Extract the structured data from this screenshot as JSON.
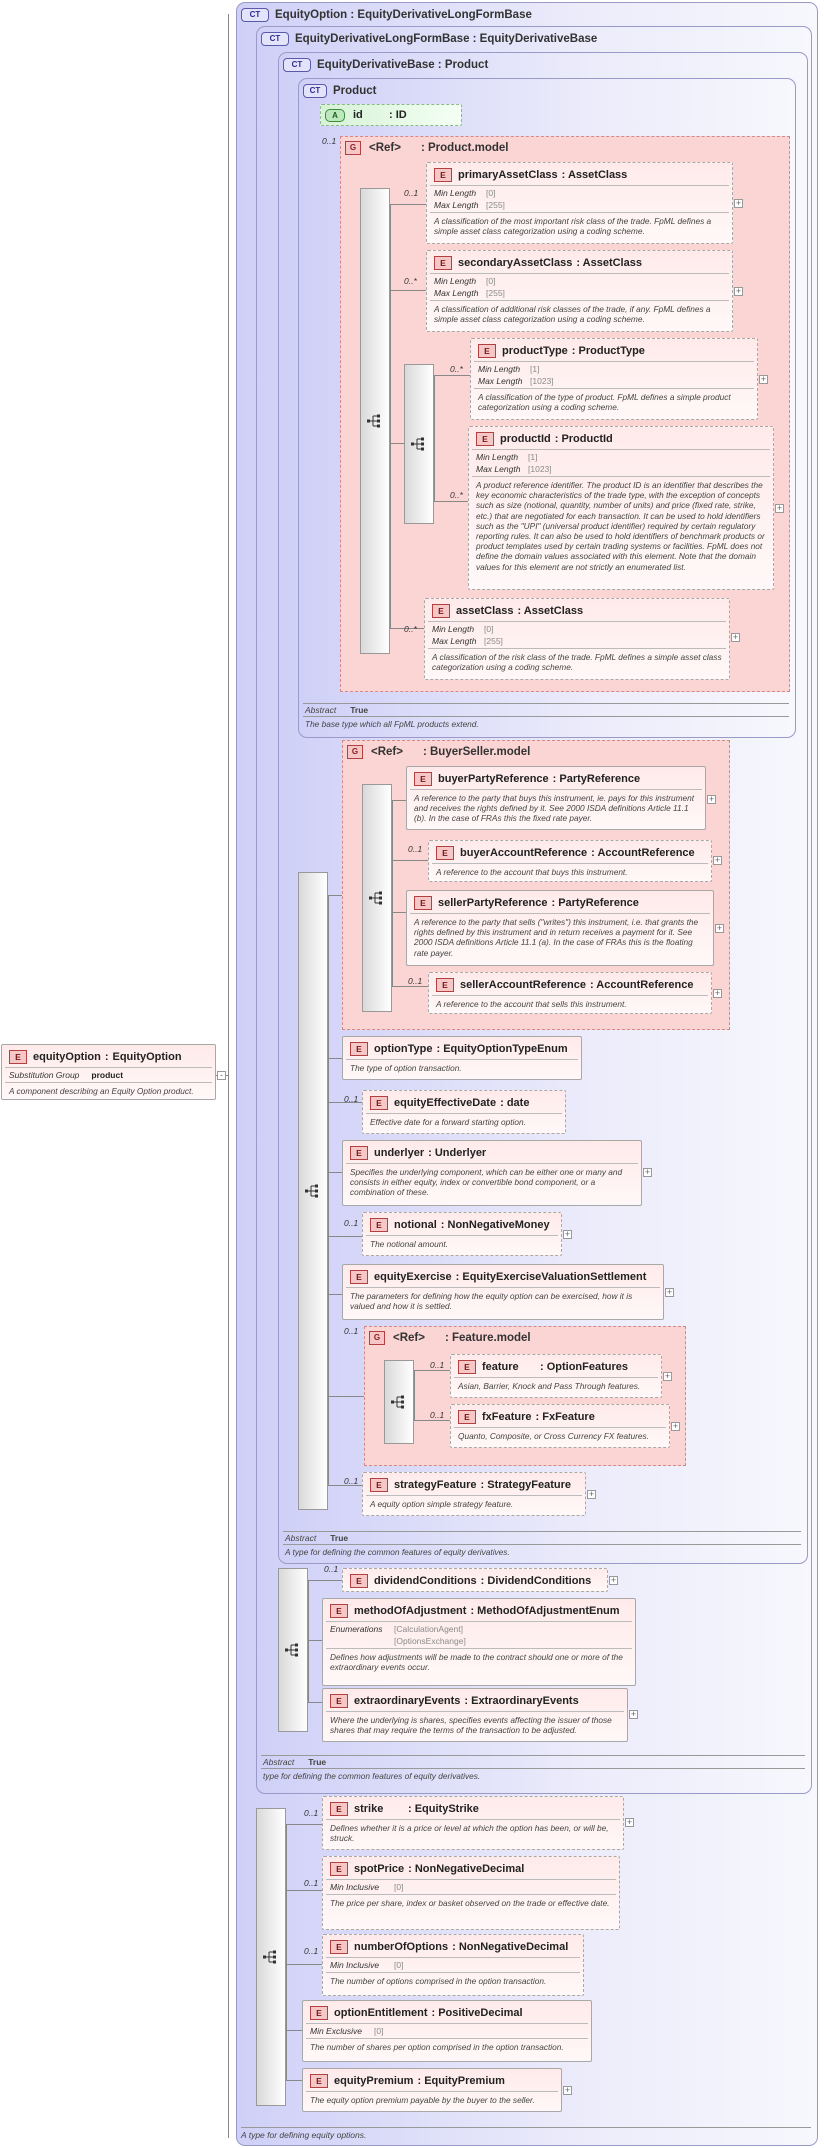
{
  "root": {
    "element_badge": "E",
    "name": "equityOption",
    "type": "EquityOption",
    "subst_label": "Substitution Group",
    "subst_value": "product",
    "doc": "A component describing an Equity Option product."
  },
  "types": {
    "equity_option": {
      "badge": "CT",
      "title": "EquityOption : EquityDerivativeLongFormBase",
      "doc": "A type for defining equity options."
    },
    "long_form_base": {
      "badge": "CT",
      "title": "EquityDerivativeLongFormBase : EquityDerivativeBase",
      "abstract_label": "Abstract",
      "abstract_value": "True",
      "doc": "type for defining the common features of equity derivatives."
    },
    "derivative_base": {
      "badge": "CT",
      "title": "EquityDerivativeBase : Product",
      "abstract_label": "Abstract",
      "abstract_value": "True",
      "doc": "A type for defining the common features of equity derivatives."
    },
    "product": {
      "badge": "CT",
      "title": "Product",
      "abstract_label": "Abstract",
      "abstract_value": "True",
      "doc": "The base type which all FpML products extend."
    }
  },
  "attribute_id": {
    "badge": "A",
    "name": "id",
    "type": ": ID"
  },
  "groups": {
    "product_model": {
      "badge": "G",
      "ref": "<Ref>",
      "name": ": Product.model",
      "card": "0..1"
    },
    "buyer_seller": {
      "badge": "G",
      "ref": "<Ref>",
      "name": ": BuyerSeller.model"
    },
    "feature_model": {
      "badge": "G",
      "ref": "<Ref>",
      "name": ": Feature.model",
      "card": "0..1"
    }
  },
  "elements": {
    "primaryAssetClass": {
      "name": "primaryAssetClass",
      "type": ": AssetClass",
      "card": "0..1",
      "facets": [
        [
          "Min Length",
          "[0]"
        ],
        [
          "Max Length",
          "[255]"
        ]
      ],
      "doc": "A classification of the most important risk class of the trade. FpML defines a simple asset class categorization using a coding scheme."
    },
    "secondaryAssetClass": {
      "name": "secondaryAssetClass",
      "type": ": AssetClass",
      "card": "0..*",
      "facets": [
        [
          "Min Length",
          "[0]"
        ],
        [
          "Max Length",
          "[255]"
        ]
      ],
      "doc": "A classification of additional risk classes of the trade, if any. FpML defines a simple asset class categorization using a coding scheme."
    },
    "productType": {
      "name": "productType",
      "type": ": ProductType",
      "card": "0..*",
      "facets": [
        [
          "Min Length",
          "[1]"
        ],
        [
          "Max Length",
          "[1023]"
        ]
      ],
      "doc": "A classification of the type of product. FpML defines a simple product categorization using a coding scheme."
    },
    "productId": {
      "name": "productId",
      "type": ": ProductId",
      "card": "0..*",
      "facets": [
        [
          "Min Length",
          "[1]"
        ],
        [
          "Max Length",
          "[1023]"
        ]
      ],
      "doc": "A product reference identifier. The product ID is an identifier that describes the key economic characteristics of the trade type, with the exception of concepts such as size (notional, quantity, number of units) and price (fixed rate, strike, etc.) that are negotiated for each transaction. It can be used to hold identifiers such as the \"UPI\" (universal product identifier) required by certain regulatory reporting rules. It can also be used to hold identifiers of benchmark products or product templates used by certain trading systems or facilities. FpML does not define the domain values associated with this element. Note that the domain values for this element are not strictly an enumerated list."
    },
    "assetClass": {
      "name": "assetClass",
      "type": ": AssetClass",
      "card": "0..*",
      "facets": [
        [
          "Min Length",
          "[0]"
        ],
        [
          "Max Length",
          "[255]"
        ]
      ],
      "doc": "A classification of the risk class of the trade. FpML defines a simple asset class categorization using a coding scheme."
    },
    "buyerPartyReference": {
      "name": "buyerPartyReference",
      "type": ": PartyReference",
      "doc": "A reference to the party that buys this instrument, ie. pays for this instrument and receives the rights defined by it. See 2000 ISDA definitions Article 11.1 (b). In the case of FRAs this the fixed rate payer."
    },
    "buyerAccountReference": {
      "name": "buyerAccountReference",
      "type": ": AccountReference",
      "card": "0..1",
      "doc": "A reference to the account that buys this instrument."
    },
    "sellerPartyReference": {
      "name": "sellerPartyReference",
      "type": ": PartyReference",
      "doc": "A reference to the party that sells (\"writes\") this instrument, i.e. that grants the rights defined by this instrument and in return receives a payment for it. See 2000 ISDA definitions Article 11.1 (a). In the case of FRAs this is the floating rate payer."
    },
    "sellerAccountReference": {
      "name": "sellerAccountReference",
      "type": ": AccountReference",
      "card": "0..1",
      "doc": "A reference to the account that sells this instrument."
    },
    "optionType": {
      "name": "optionType",
      "type": ": EquityOptionTypeEnum",
      "doc": "The type of option transaction."
    },
    "equityEffectiveDate": {
      "name": "equityEffectiveDate",
      "type": ": date",
      "card": "0..1",
      "doc": "Effective date for a forward starting option."
    },
    "underlyer": {
      "name": "underlyer",
      "type": ": Underlyer",
      "doc": "Specifies the underlying component, which can be either one or many and consists in either equity, index or convertible bond component, or a combination of these."
    },
    "notional": {
      "name": "notional",
      "type": ": NonNegativeMoney",
      "card": "0..1",
      "doc": "The notional amount."
    },
    "equityExercise": {
      "name": "equityExercise",
      "type": ": EquityExerciseValuationSettlement",
      "doc": "The parameters for defining how the equity option can be exercised, how it is valued and how it is settled."
    },
    "feature": {
      "name": "feature",
      "type": ": OptionFeatures",
      "card": "0..1",
      "doc": "Asian, Barrier, Knock and Pass Through features."
    },
    "fxFeature": {
      "name": "fxFeature",
      "type": ": FxFeature",
      "card": "0..1",
      "doc": "Quanto, Composite, or Cross Currency FX features."
    },
    "strategyFeature": {
      "name": "strategyFeature",
      "type": ": StrategyFeature",
      "card": "0..1",
      "doc": "A equity option simple strategy feature."
    },
    "dividendConditions": {
      "name": "dividendConditions",
      "type": ": DividendConditions",
      "card": "0..1"
    },
    "methodOfAdjustment": {
      "name": "methodOfAdjustment",
      "type": ": MethodOfAdjustmentEnum",
      "enum_label": "Enumerations",
      "enum_values": [
        "[CalculationAgent]",
        "[OptionsExchange]"
      ],
      "doc": "Defines how adjustments will be made to the contract should one or more of the extraordinary events occur."
    },
    "extraordinaryEvents": {
      "name": "extraordinaryEvents",
      "type": ": ExtraordinaryEvents",
      "doc": "Where the underlying is shares, specifies events affecting the issuer of those shares that may require the terms of the transaction to be adjusted."
    },
    "strike": {
      "name": "strike",
      "type": ": EquityStrike",
      "card": "0..1",
      "doc": "Defines whether it is a price or level at which the option has been, or will be, struck."
    },
    "spotPrice": {
      "name": "spotPrice",
      "type": ": NonNegativeDecimal",
      "card": "0..1",
      "facets": [
        [
          "Min Inclusive",
          "[0]"
        ]
      ],
      "doc": "The price per share, index or basket observed on the trade or effective date."
    },
    "numberOfOptions": {
      "name": "numberOfOptions",
      "type": ": NonNegativeDecimal",
      "card": "0..1",
      "facets": [
        [
          "Min Inclusive",
          "[0]"
        ]
      ],
      "doc": "The number of options comprised in the option transaction."
    },
    "optionEntitlement": {
      "name": "optionEntitlement",
      "type": ": PositiveDecimal",
      "facets": [
        [
          "Min Exclusive",
          "[0]"
        ]
      ],
      "doc": "The number of shares per option comprised in the option transaction."
    },
    "equityPremium": {
      "name": "equityPremium",
      "type": ": EquityPremium",
      "doc": "The equity option premium payable by the buyer to the seller."
    }
  },
  "colors": {
    "complex_type_bg": "#d9d9f9",
    "group_bg": "#fbd4d4",
    "element_bg": "#ffeaea",
    "attribute_bg": "#bde8bd"
  }
}
